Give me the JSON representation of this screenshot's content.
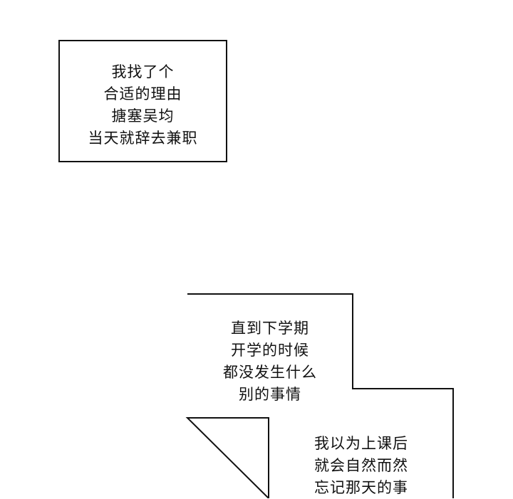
{
  "captions": [
    {
      "lines": [
        "我找了个",
        "合适的理由",
        "搪塞吴均",
        "当天就辞去兼职"
      ]
    },
    {
      "lines": [
        "直到下学期",
        "开学的时候",
        "都没发生什么",
        "别的事情"
      ]
    },
    {
      "lines": [
        "我以为上课后",
        "就会自然而然",
        "忘记那天的事"
      ]
    }
  ],
  "colors": {
    "ink": "#111111",
    "paper": "#ffffff"
  }
}
